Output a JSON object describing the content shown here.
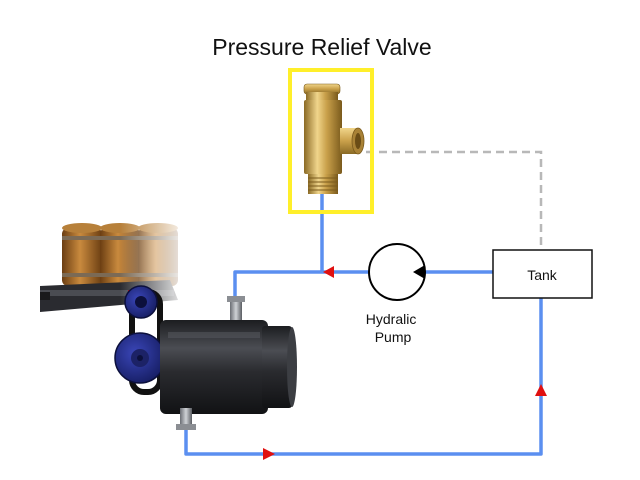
{
  "title": "Pressure Relief Valve",
  "components": {
    "tank_label": "Tank",
    "pump_label_line1": "Hydralic",
    "pump_label_line2": "Pump"
  },
  "colors": {
    "pipe": "#5b8ff0",
    "flow_arrow": "#e01010",
    "highlight": "#ffef2a",
    "return_line": "#b8b8b8",
    "valve_brass": "#c9a04a",
    "motor_body": "#2f3034"
  },
  "icons": {
    "pump": "hydraulic-pump-icon",
    "valve": "relief-valve-icon",
    "motor": "hydraulic-motor-icon",
    "conveyor": "barrel-conveyor-icon"
  }
}
